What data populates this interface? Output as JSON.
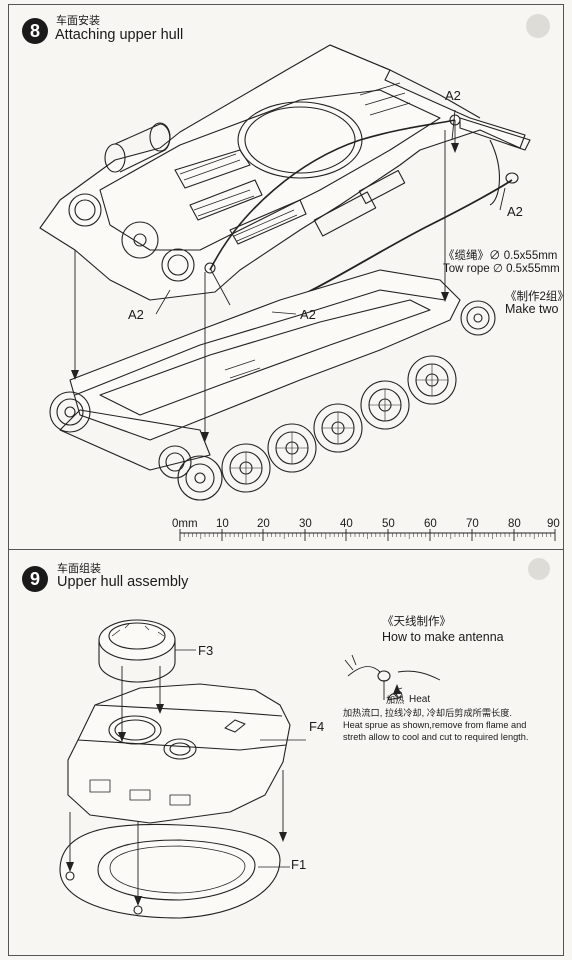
{
  "step8": {
    "number": "8",
    "title_cn": "车面安装",
    "title_en": "Attaching upper hull",
    "labels": {
      "a2_top": "A2",
      "a2_right": "A2",
      "a2_left": "A2",
      "a2_center": "A2"
    },
    "tow_rope_cn": "《缆绳》∅ 0.5x55mm",
    "tow_rope_en": "Tow rope ∅ 0.5x55mm",
    "make_two_cn": "《制作2组》",
    "make_two_en": "Make two",
    "ruler": [
      "0mm",
      "10",
      "20",
      "30",
      "40",
      "50",
      "60",
      "70",
      "80",
      "90"
    ]
  },
  "step9": {
    "number": "9",
    "title_cn": "车面组装",
    "title_en": "Upper hull assembly",
    "labels": {
      "f3": "F3",
      "f4": "F4",
      "f1": "F1"
    },
    "antenna_cn": "《天线制作》",
    "antenna_en": "How to make antenna",
    "heat_cn": "加热",
    "heat_en": "Heat",
    "note_cn": "加热流口, 拉线冷却, 冷却后剪成所需长度.",
    "note_en_1": "Heat sprue as shown,remove from flame and",
    "note_en_2": "streth allow to cool and cut to required length."
  }
}
